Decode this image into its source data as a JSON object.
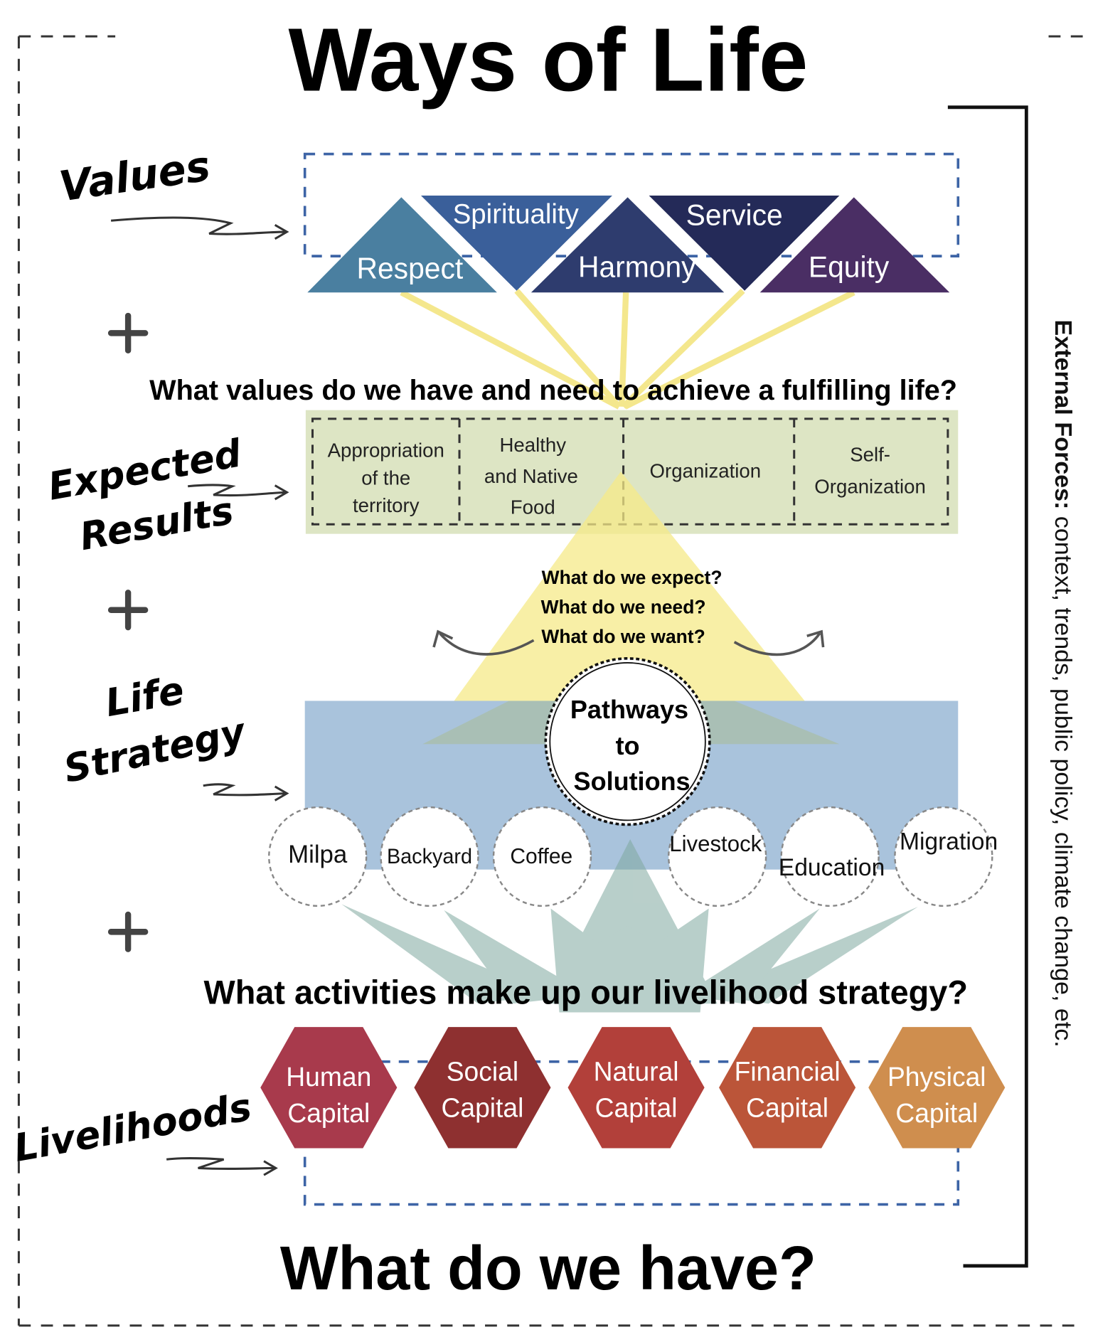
{
  "title": "Ways of Life",
  "bottom_question": "What do we have?",
  "external_forces": {
    "label": "External Forces:",
    "text": " context, trends, public policy, climate change, etc."
  },
  "side_labels": {
    "values": "Values",
    "expected_results": [
      "Expected",
      "Results"
    ],
    "life_strategy": [
      "Life",
      "Strategy"
    ],
    "livelihoods": "Livelihoods"
  },
  "values": [
    "Respect",
    "Spirituality",
    "Harmony",
    "Service",
    "Equity"
  ],
  "values_question": "What values do we have and need to achieve a fulfilling life?",
  "expected_results": [
    [
      "Appropriation",
      "of the",
      "territory"
    ],
    [
      "Healthy",
      "and Native",
      "Food"
    ],
    [
      "Organization"
    ],
    [
      "Self-",
      "Organization"
    ]
  ],
  "expectation_questions": [
    "What do we expect?",
    "What do we need?",
    "What do we want?"
  ],
  "pathways": [
    "Pathways",
    "to",
    "Solutions"
  ],
  "activities": [
    "Milpa",
    "Backyard",
    "Coffee",
    "Livestock",
    "Education",
    "Migration"
  ],
  "activities_question": "What activities make up our livelihood strategy?",
  "capitals": [
    [
      "Human",
      "Capital"
    ],
    [
      "Social",
      "Capital"
    ],
    [
      "Natural",
      "Capital"
    ],
    [
      "Financial",
      "Capital"
    ],
    [
      "Physical",
      "Capital"
    ]
  ],
  "colors": {
    "respect": "#4a7fa0",
    "spirituality": "#3a5f9a",
    "harmony": "#2e3c6e",
    "service": "#242a58",
    "equity": "#4a2e64",
    "human": "#a83a4c",
    "social": "#8e3030",
    "natural": "#b2403a",
    "financial": "#bb5539",
    "physical": "#cf8e4e"
  }
}
